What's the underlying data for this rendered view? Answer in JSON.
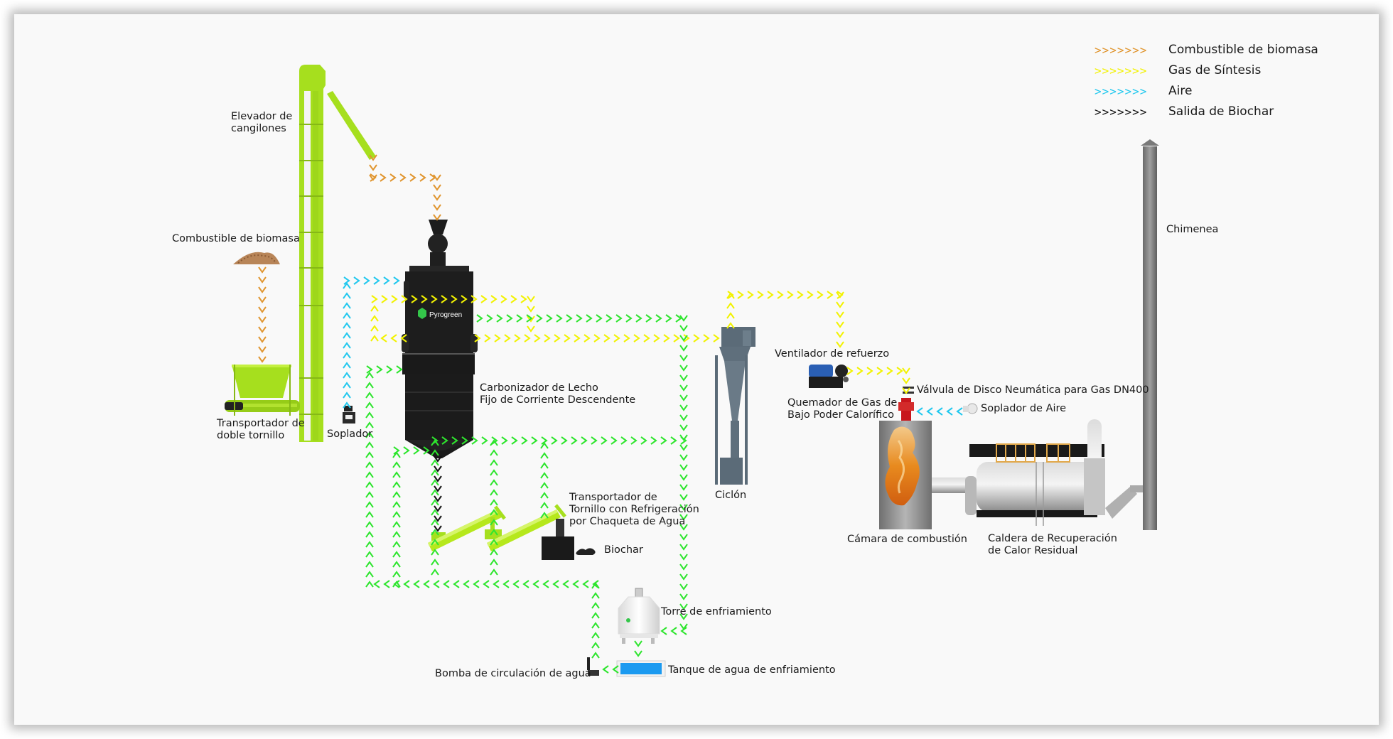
{
  "legend": [
    {
      "key": "biomass",
      "label": "Combustible de biomasa",
      "color": "#e0952e"
    },
    {
      "key": "syngas",
      "label": "Gas de Síntesis",
      "color": "#f2f200"
    },
    {
      "key": "air",
      "label": "Aire",
      "color": "#22c8ee"
    },
    {
      "key": "biochar",
      "label": "Salida de Biochar",
      "color": "#111111"
    }
  ],
  "water_color": "#2ee52e",
  "arrow_glyph": "›",
  "labels": {
    "bucket_elevator": "Elevador de\ncangilones",
    "biomass_fuel": "Combustible de biomasa",
    "twin_screw": "Transportador de\ndoble tornillo",
    "blower": "Soplador",
    "carbonizer": "Carbonizador de Lecho\nFijo de Corriente Descendente",
    "screw_cooling": "Transportador de\nTornillo con Refrigeración\npor Chaqueta de Agua",
    "biochar": "Biochar",
    "cyclone": "Ciclón",
    "booster_fan": "Ventilador de refuerzo",
    "valve": "Válvula de Disco Neumática para Gas DN400",
    "burner": "Quemador de Gas de\nBajo Poder Calorífico",
    "air_blower": "Soplador de Aire",
    "combustion_chamber": "Cámara de combustión",
    "boiler": "Caldera de Recuperación\nde Calor Residual",
    "chimney": "Chimenea",
    "cooling_tower": "Torre de enfriamiento",
    "cooling_tank": "Tanque de agua de enfriamiento",
    "pump": "Bomba de circulación de agua"
  },
  "brand": "Pyrogreen"
}
